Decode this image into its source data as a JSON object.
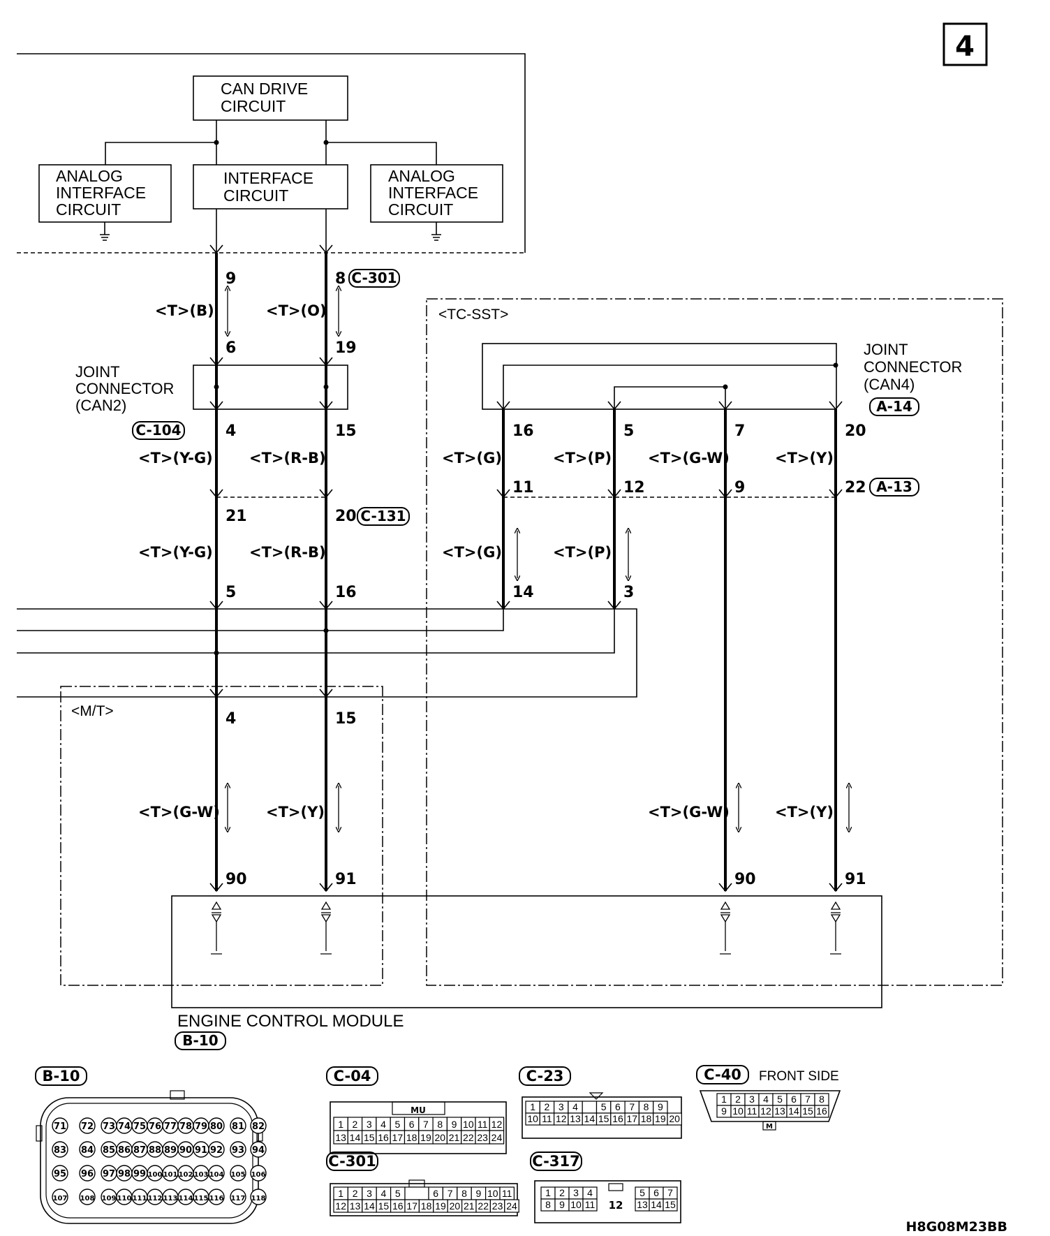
{
  "page_number": "4",
  "figure_code": "H8G08M23BB",
  "blocks": {
    "can_drive": [
      "CAN DRIVE",
      "CIRCUIT"
    ],
    "interface": [
      "INTERFACE",
      "CIRCUIT"
    ],
    "analog_left": [
      "ANALOG",
      "INTERFACE",
      "CIRCUIT"
    ],
    "analog_right": [
      "ANALOG",
      "INTERFACE",
      "CIRCUIT"
    ]
  },
  "joint_can2": [
    "JOINT",
    "CONNECTOR",
    "(CAN2)"
  ],
  "joint_can4": [
    "JOINT",
    "CONNECTOR",
    "(CAN4)"
  ],
  "zones": {
    "tc_sst": "<TC-SST>",
    "mt": "<M/T>"
  },
  "ecm": {
    "label": "ENGINE CONTROL MODULE",
    "connector": "B-10"
  },
  "connector_tags": {
    "c301": "C-301",
    "c104": "C-104",
    "c131": "C-131",
    "a14": "A-14",
    "a13": "A-13"
  },
  "pins": {
    "w1": [
      "9",
      "6",
      "4",
      "21",
      "5",
      "4",
      "90"
    ],
    "w2": [
      "8",
      "19",
      "15",
      "20",
      "16",
      "15",
      "91"
    ],
    "w3": [
      "16",
      "11",
      "14"
    ],
    "w4": [
      "5",
      "12",
      "3"
    ],
    "w5": [
      "7",
      "9",
      "90"
    ],
    "w6": [
      "20",
      "22",
      "91"
    ]
  },
  "wire_colors": {
    "w1": [
      "<T>(B)",
      "<T>(Y-G)",
      "<T>(Y-G)",
      "<T>(G-W)"
    ],
    "w2": [
      "<T>(O)",
      "<T>(R-B)",
      "<T>(R-B)",
      "<T>(Y)"
    ],
    "w3": [
      "<T>(G)",
      "<T>(G)"
    ],
    "w4": [
      "<T>(P)",
      "<T>(P)"
    ],
    "w5": [
      "<T>(G-W)",
      "<T>(G-W)"
    ],
    "w6": [
      "<T>(Y)",
      "<T>(Y)"
    ]
  },
  "connector_views": {
    "b10": {
      "tag": "B-10",
      "rows": [
        [
          "71",
          "72",
          "73",
          "74",
          "75",
          "76",
          "77",
          "78",
          "79",
          "80",
          "81",
          "82"
        ],
        [
          "83",
          "84",
          "85",
          "86",
          "87",
          "88",
          "89",
          "90",
          "91",
          "92",
          "93",
          "94"
        ],
        [
          "95",
          "96",
          "97",
          "98",
          "99",
          "100",
          "101",
          "102",
          "103",
          "104",
          "105",
          "106"
        ],
        [
          "107",
          "108",
          "109",
          "110",
          "111",
          "112",
          "113",
          "114",
          "115",
          "116",
          "117",
          "118"
        ]
      ]
    },
    "c04": {
      "tag": "C-04",
      "mark": "MU",
      "rows": [
        [
          "1",
          "2",
          "3",
          "4",
          "5",
          "6",
          "7",
          "8",
          "9",
          "10",
          "11",
          "12"
        ],
        [
          "13",
          "14",
          "15",
          "16",
          "17",
          "18",
          "19",
          "20",
          "21",
          "22",
          "23",
          "24"
        ]
      ]
    },
    "c23": {
      "tag": "C-23",
      "rows": [
        [
          "1",
          "2",
          "3",
          "4",
          "",
          "5",
          "6",
          "7",
          "8",
          "9"
        ],
        [
          "10",
          "11",
          "12",
          "13",
          "14",
          "15",
          "16",
          "17",
          "18",
          "19",
          "20"
        ]
      ]
    },
    "c40": {
      "tag": "C-40",
      "note": "FRONT SIDE",
      "mark": "M",
      "rows": [
        [
          "1",
          "2",
          "3",
          "4",
          "5",
          "6",
          "7",
          "8"
        ],
        [
          "9",
          "10",
          "11",
          "12",
          "13",
          "14",
          "15",
          "16"
        ]
      ]
    },
    "c301": {
      "tag": "C-301",
      "rows": [
        [
          "1",
          "2",
          "3",
          "4",
          "5",
          "",
          "6",
          "7",
          "8",
          "9",
          "10",
          "11"
        ],
        [
          "12",
          "13",
          "14",
          "15",
          "16",
          "17",
          "18",
          "19",
          "20",
          "21",
          "22",
          "23",
          "24"
        ]
      ]
    },
    "c317": {
      "tag": "C-317",
      "center": "12",
      "rows": [
        [
          "1",
          "2",
          "3",
          "4",
          "5",
          "6",
          "7"
        ],
        [
          "8",
          "9",
          "10",
          "11",
          "13",
          "14",
          "15"
        ]
      ]
    }
  }
}
